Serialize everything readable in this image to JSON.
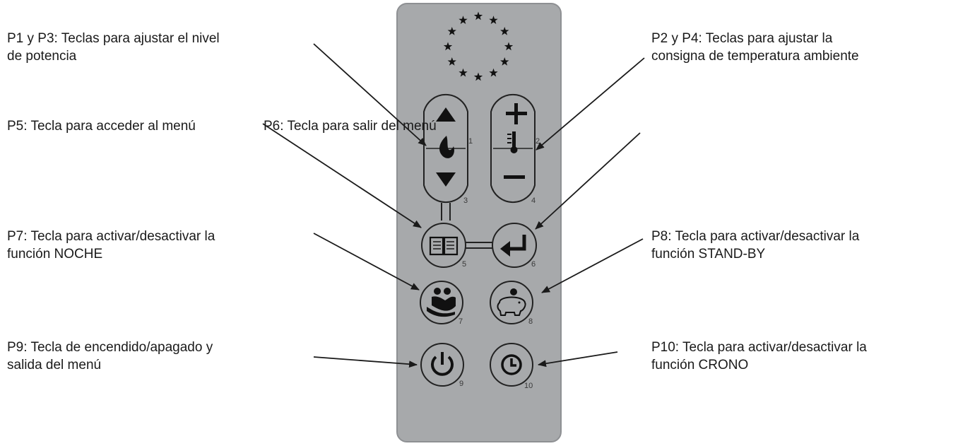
{
  "labels": {
    "p1_p3": {
      "line1": "P1 y P3: Teclas para ajustar el nivel",
      "line2": "de potencia"
    },
    "p2_p4": {
      "line1": "P2 y P4: Teclas para ajustar la",
      "line2": "consigna de temperatura ambiente"
    },
    "p5": {
      "line1": "P5: Tecla para acceder al menú"
    },
    "p6": {
      "line1": "P6: Tecla para salir del menú"
    },
    "p7": {
      "line1": "P7: Tecla para activar/desactivar la",
      "line2": "función NOCHE"
    },
    "p8": {
      "line1": "P8: Tecla para activar/desactivar la",
      "line2": "función STAND-BY"
    },
    "p9": {
      "line1": "P9: Tecla de encendido/apagado y",
      "line2": "salida del menú"
    },
    "p10": {
      "line1": "P10: Tecla para activar/desactivar la",
      "line2": "función CRONO"
    }
  },
  "key_numbers": {
    "k1": "1",
    "k2": "2",
    "k3": "3",
    "k4": "4",
    "k5": "5",
    "k6": "6",
    "k7": "7",
    "k8": "8",
    "k9": "9",
    "k10": "10"
  },
  "colors": {
    "panel": "#a7a9ab",
    "panel_edge": "#8e9093",
    "key_outline": "#222222",
    "arrow": "#1a1a1a",
    "text": "#1a1a1a"
  },
  "icons": {
    "logo": "eu-stars-icon",
    "p1": "triangle-up-icon",
    "p3": "triangle-down-icon",
    "p2": "plus-icon",
    "p4": "minus-icon",
    "p5": "book-icon",
    "p6": "enter-return-icon",
    "p7": "night-icon",
    "p8": "piggy-bank-icon",
    "p9": "power-icon",
    "p10": "clock-icon"
  }
}
